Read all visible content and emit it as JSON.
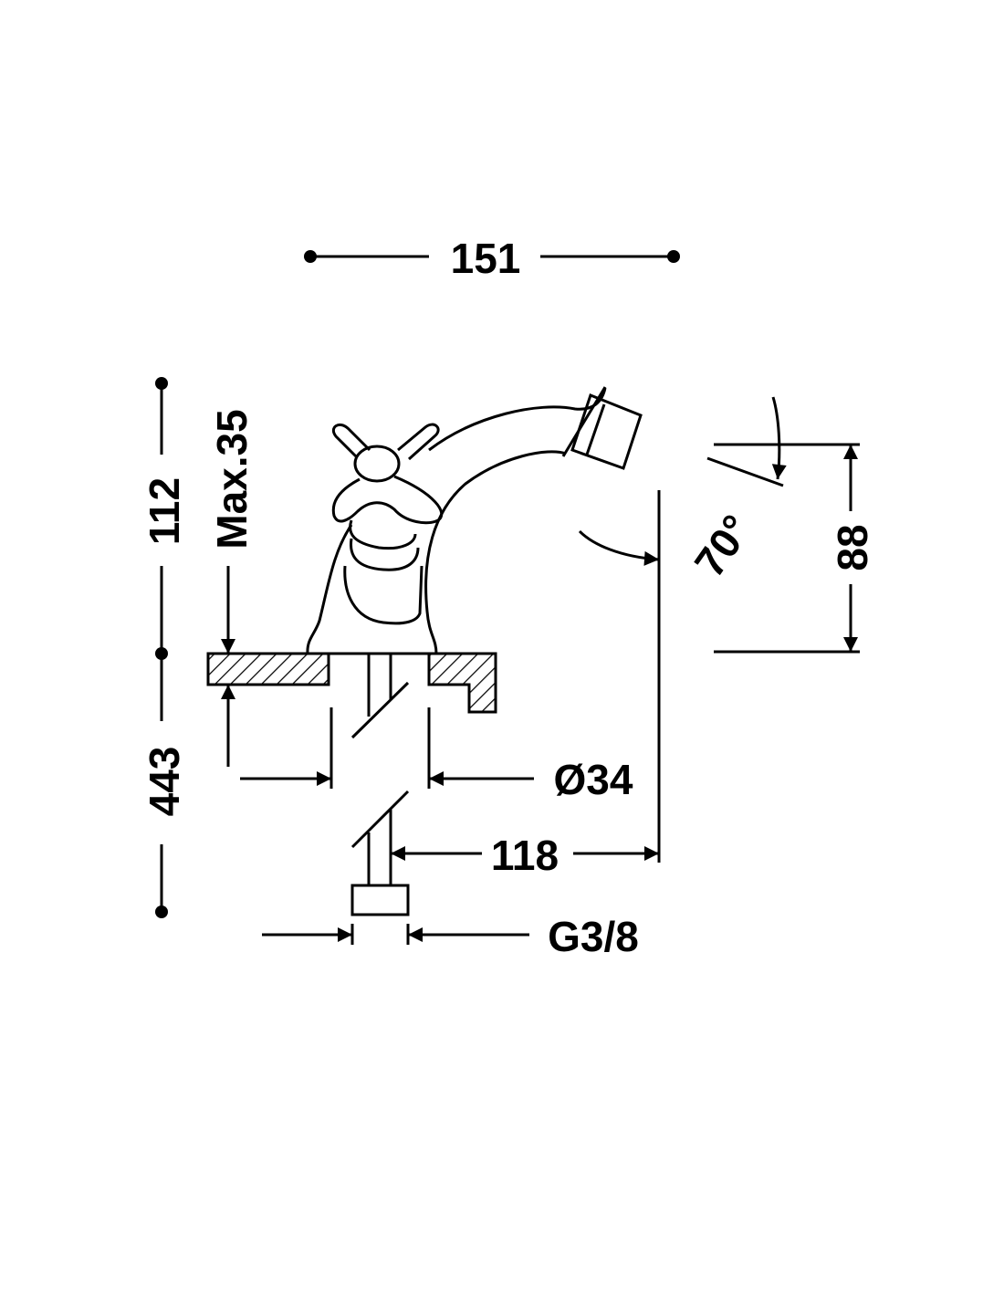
{
  "dimensions": {
    "overall_width": "151",
    "total_height": "112",
    "max_deck_thickness": "Max.35",
    "hose_length": "443",
    "hole_diameter": "Ø34",
    "spout_reach": "118",
    "connection_thread": "G3/8",
    "spout_height": "88",
    "spout_angle": "70°"
  },
  "colors": {
    "line": "#000000",
    "background": "#ffffff"
  }
}
